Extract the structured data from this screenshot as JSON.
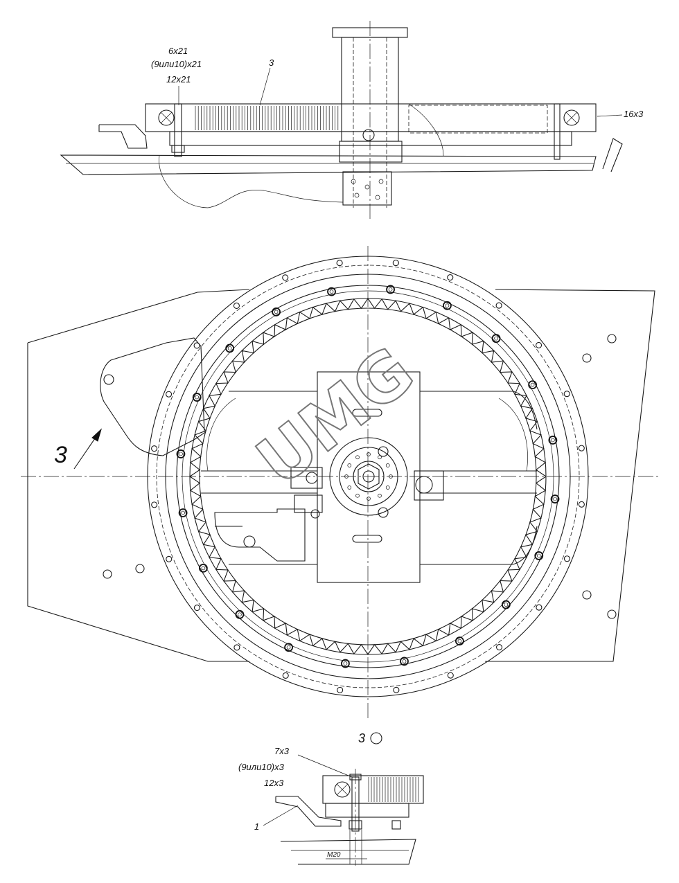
{
  "top_view": {
    "label_fasteners_1": "6x21",
    "label_fasteners_2": "(9или10)x21",
    "label_fasteners_3": "12x21",
    "label_part": "3",
    "label_right": "16x3"
  },
  "plan_view": {
    "arrow_label": "3",
    "watermark": "UMG"
  },
  "section_view": {
    "title": "3",
    "label_fasteners_1": "7x3",
    "label_fasteners_2": "(9или10)x3",
    "label_fasteners_3": "12x3",
    "label_part": "1",
    "label_thread": "M20"
  },
  "colors": {
    "line": "#1a1a1a",
    "watermark": "#777777",
    "background": "#ffffff"
  }
}
